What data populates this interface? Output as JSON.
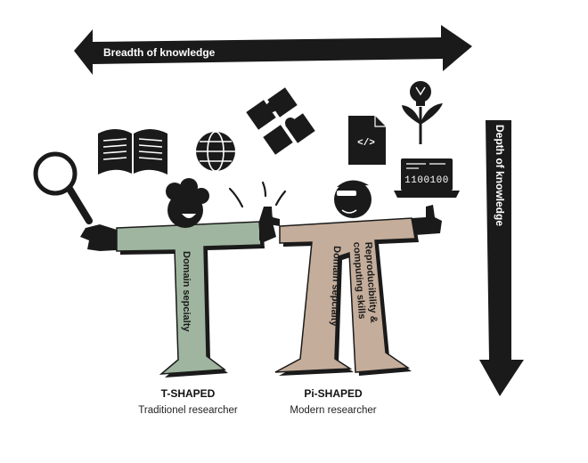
{
  "arrows": {
    "breadth_label": "Breadth of knowledge",
    "depth_label": "Depth of knowledge"
  },
  "t_shaped": {
    "body_text": "Domain sepcialty",
    "title": "T-SHAPED",
    "subtitle": "Traditionel researcher",
    "color": "#9fb59f"
  },
  "pi_shaped": {
    "leg1_text": "Domain sepcialty",
    "leg2_line1": "Reproducibility &",
    "leg2_line2": "computing skills",
    "title": "Pi-SHAPED",
    "subtitle": "Modern researcher",
    "color": "#c4ad9b"
  },
  "icons": {
    "laptop_code": "1100100",
    "file_code": "</>"
  },
  "colors": {
    "ink": "#1a1a1a",
    "background": "#ffffff"
  }
}
